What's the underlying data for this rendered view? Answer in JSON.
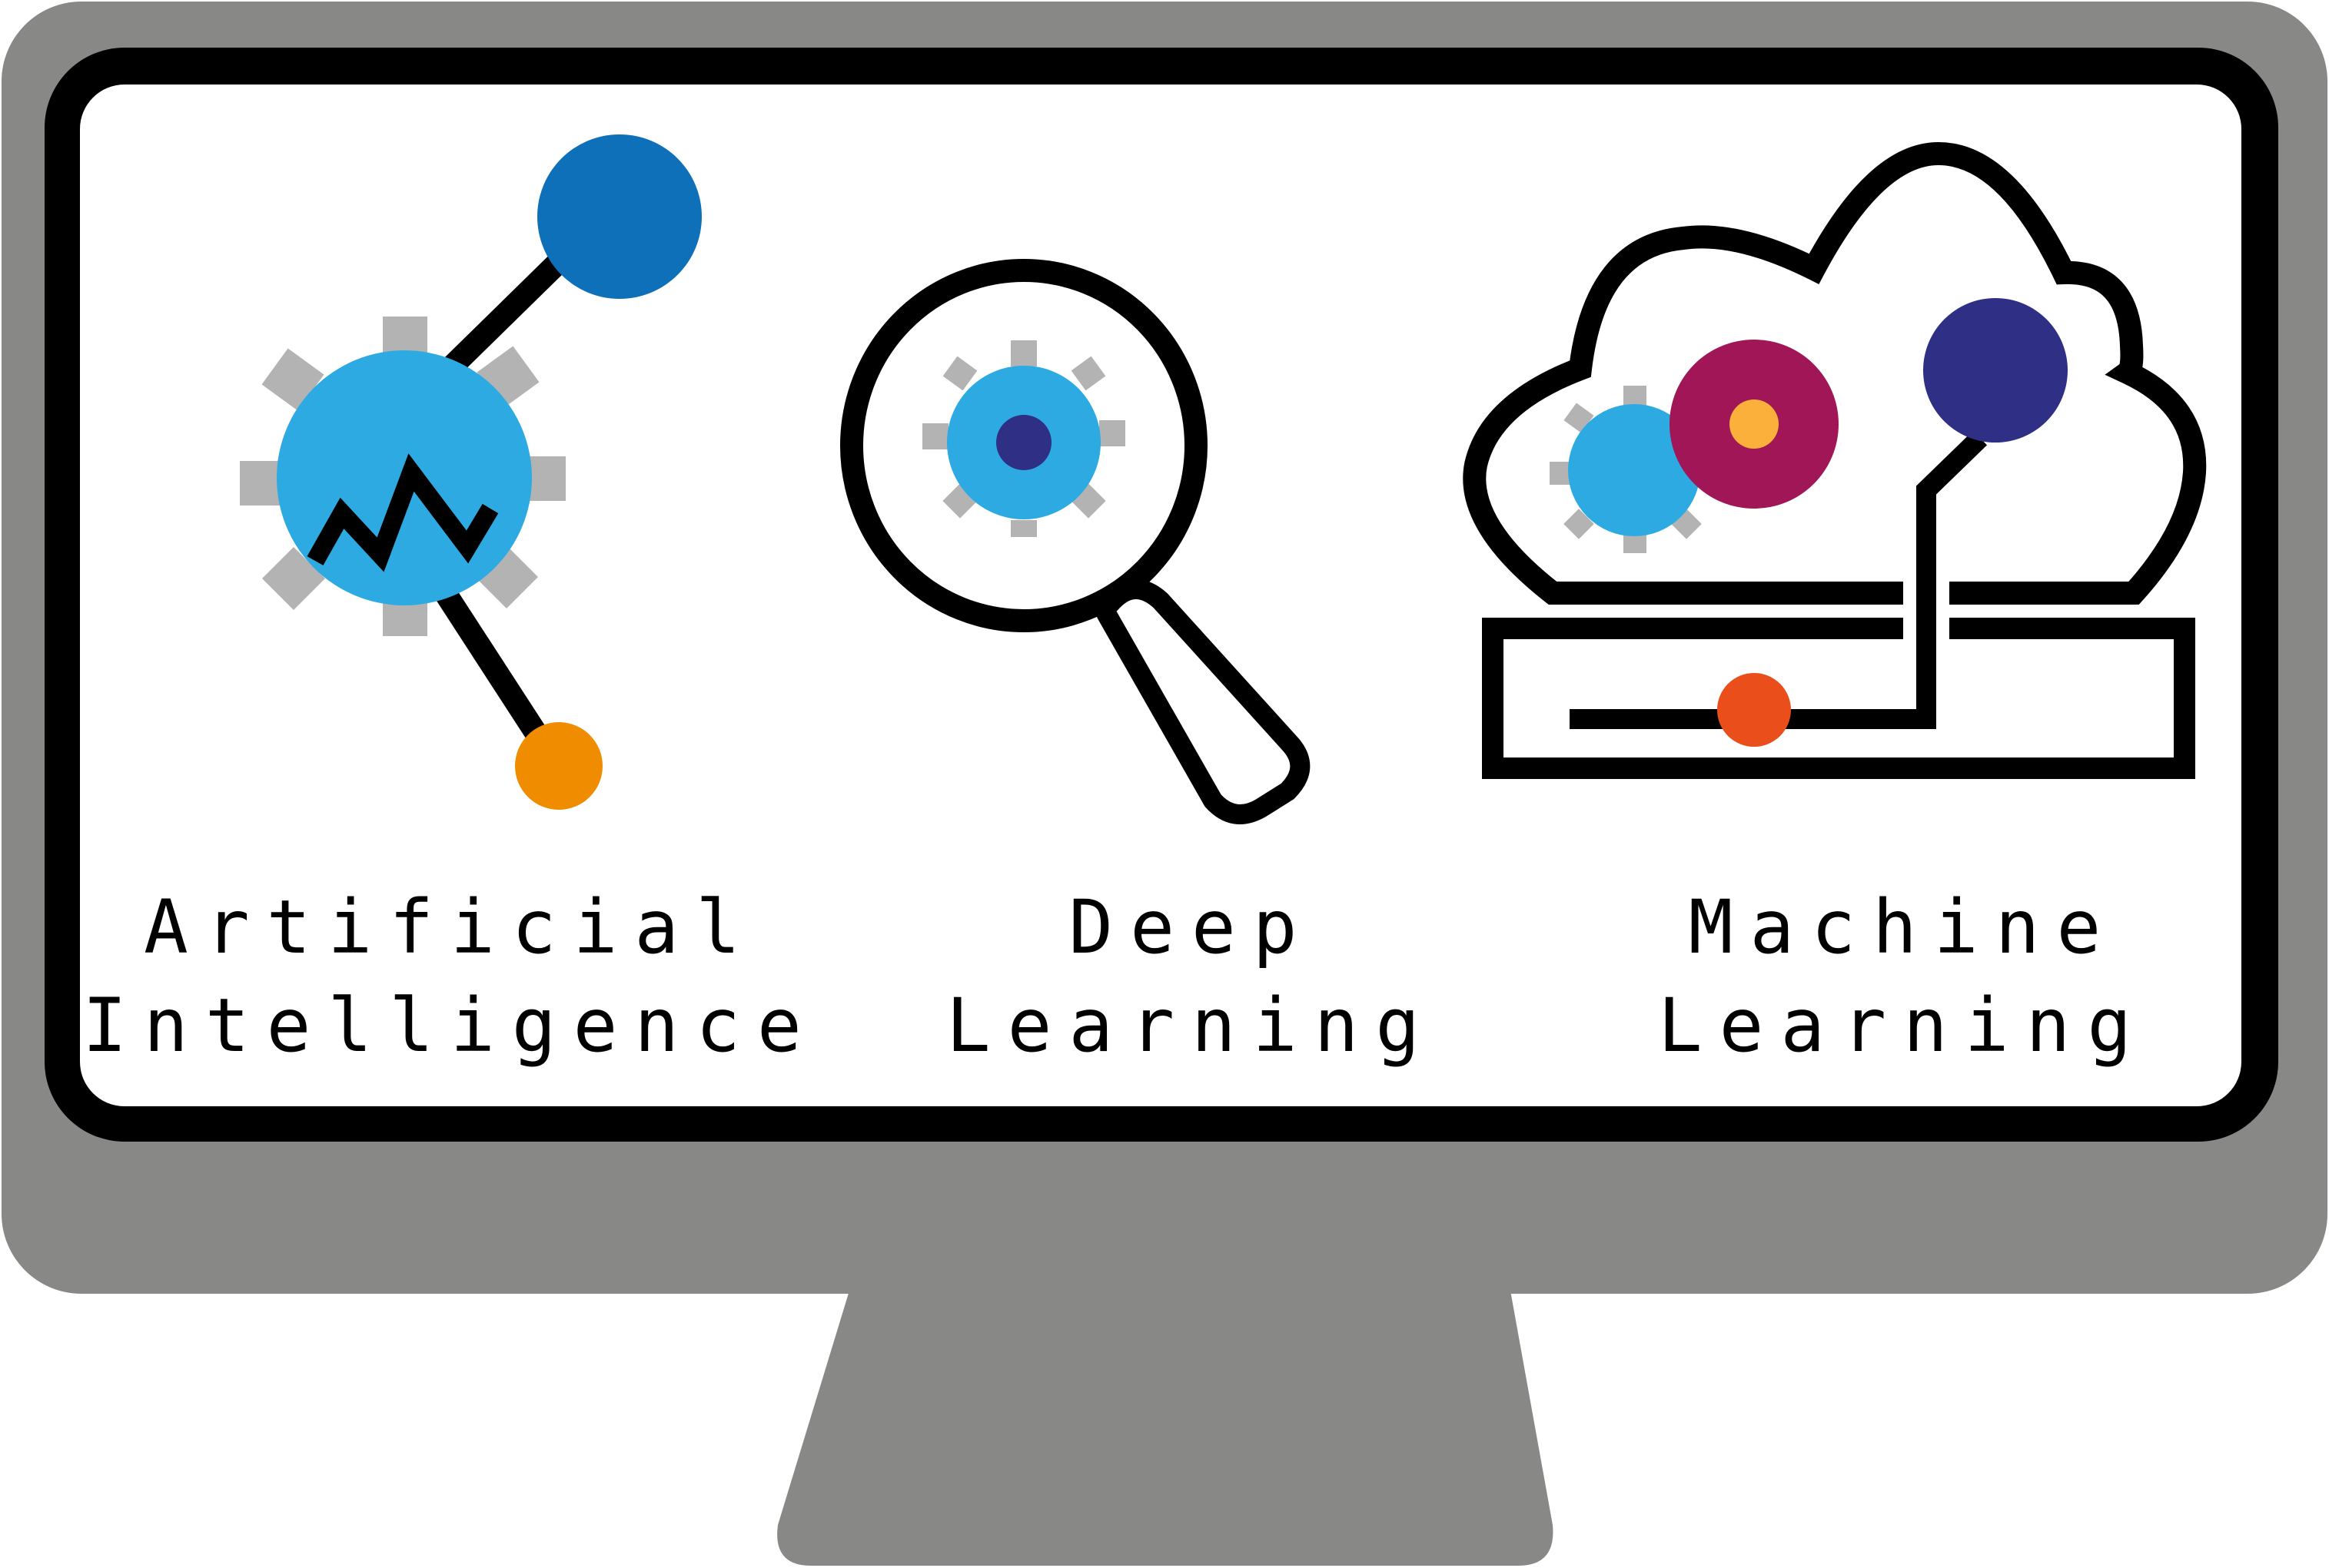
{
  "colors": {
    "monitor_gray": "#888886",
    "bezel_black": "#000000",
    "screen_white": "#ffffff",
    "gear_gray": "#b3b3b3",
    "cyan": "#2eaae2",
    "dark_blue": "#0e70b8",
    "navy": "#2e2f85",
    "orange": "#f08c00",
    "magenta": "#a11656",
    "yellow_orange": "#fbb03b",
    "red_orange": "#e94e1b"
  },
  "panels": [
    {
      "id": "ai",
      "icon": "network-gear-icon",
      "label_line1": "Artificial",
      "label_line2": "Intelligence"
    },
    {
      "id": "dl",
      "icon": "magnifier-gear-icon",
      "label_line1": "Deep",
      "label_line2": "Learning"
    },
    {
      "id": "ml",
      "icon": "cloud-server-icon",
      "label_line1": "Machine",
      "label_line2": "Learning"
    }
  ]
}
